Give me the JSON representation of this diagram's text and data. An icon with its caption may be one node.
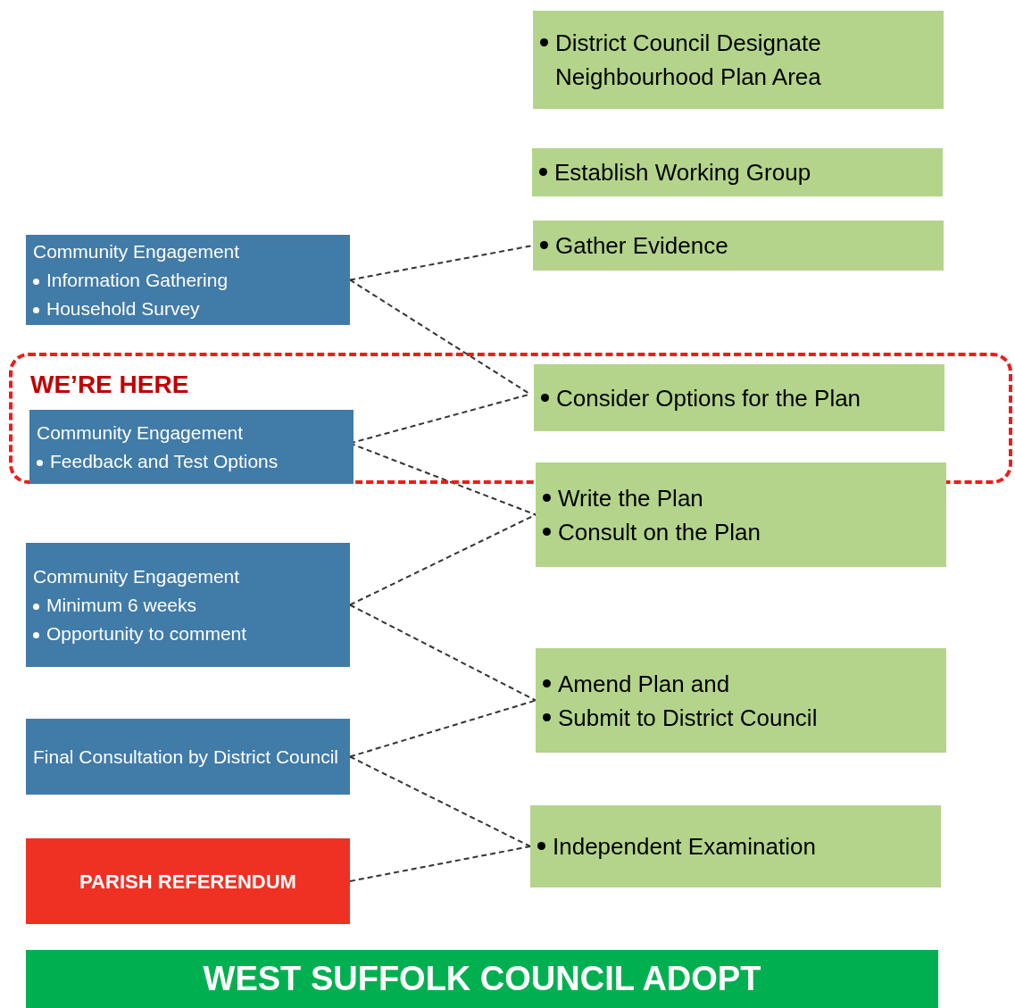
{
  "diagram": {
    "nodes": [
      {
        "text": [
          "District Council Designate Neighbourhood Plan Area"
        ]
      },
      {
        "text": [
          "Establish Working Group"
        ]
      },
      {
        "text": [
          "Gather Evidence"
        ]
      },
      {
        "text": [
          "Community Engagement",
          "Information Gathering",
          "Household Survey"
        ]
      },
      {
        "text": [
          "WE’RE HERE"
        ]
      },
      {
        "text": [
          "Consider Options for the Plan"
        ],
        "in": 4
      },
      {
        "text": [
          "Community Engagement",
          "Feedback and Test Options"
        ],
        "in": 4
      },
      {
        "text": [
          "Write the Plan",
          "Consult on the Plan"
        ]
      },
      {
        "text": [
          "Community Engagement",
          "Minimum 6 weeks",
          "Opportunity to comment"
        ]
      },
      {
        "text": [
          "Amend Plan and",
          "Submit to District Council"
        ]
      },
      {
        "text": [
          "Final Consultation by District Council"
        ]
      },
      {
        "text": [
          "Independent Examination"
        ]
      },
      {
        "text": [
          "PARISH REFERENDUM"
        ]
      },
      {
        "text": [
          "WEST SUFFOLK COUNCIL ADOPT"
        ]
      }
    ],
    "edges": [
      {
        "from": 3,
        "to": 2,
        "arrow": "none",
        "style": "dashed"
      },
      {
        "from": 3,
        "to": 5,
        "arrow": "none",
        "style": "dashed"
      },
      {
        "from": 6,
        "to": 5,
        "arrow": "none",
        "style": "dashed"
      },
      {
        "from": 6,
        "to": 7,
        "arrow": "none",
        "style": "dashed"
      },
      {
        "from": 8,
        "to": 7,
        "arrow": "none",
        "style": "dashed"
      },
      {
        "from": 8,
        "to": 9,
        "arrow": "none",
        "style": "dashed"
      },
      {
        "from": 10,
        "to": 9,
        "arrow": "none",
        "style": "dashed"
      },
      {
        "from": 10,
        "to": 11,
        "arrow": "none",
        "style": "dashed"
      },
      {
        "from": 12,
        "to": 11,
        "arrow": "none",
        "style": "dashed"
      }
    ]
  }
}
